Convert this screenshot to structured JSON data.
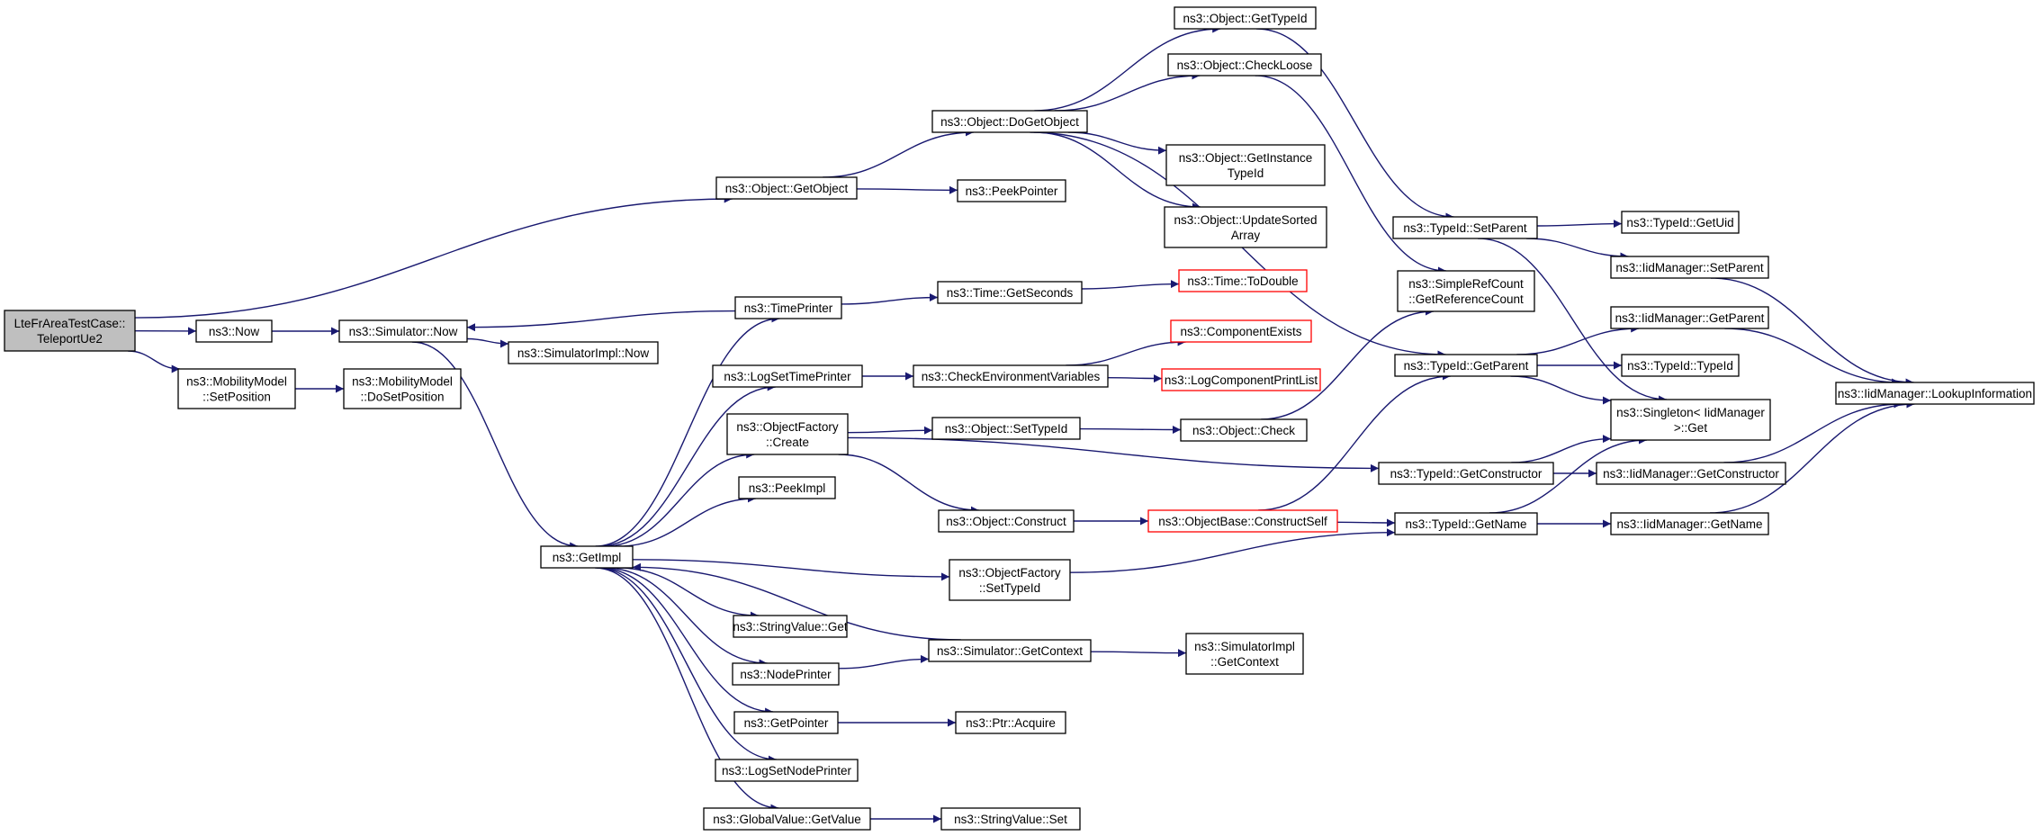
{
  "diagram": {
    "type": "call-graph",
    "colors": {
      "edge": "#191970",
      "node_border": "#000000",
      "root_fill": "#bfbfbf",
      "undocumented_border": "#ff0000"
    },
    "nodes": [
      {
        "id": "root",
        "lines": [
          "LteFrAreaTestCase::",
          "TeleportUe2"
        ],
        "style": "root"
      },
      {
        "id": "now",
        "lines": [
          "ns3::Now"
        ]
      },
      {
        "id": "mm_setpos",
        "lines": [
          "ns3::MobilityModel",
          "::SetPosition"
        ]
      },
      {
        "id": "mm_dosetpos",
        "lines": [
          "ns3::MobilityModel",
          "::DoSetPosition"
        ]
      },
      {
        "id": "sim_now",
        "lines": [
          "ns3::Simulator::Now"
        ]
      },
      {
        "id": "simimpl_now",
        "lines": [
          "ns3::SimulatorImpl::Now"
        ]
      },
      {
        "id": "getobject",
        "lines": [
          "ns3::Object::GetObject"
        ]
      },
      {
        "id": "dogetobject",
        "lines": [
          "ns3::Object::DoGetObject"
        ]
      },
      {
        "id": "peekpointer",
        "lines": [
          "ns3::PeekPointer"
        ]
      },
      {
        "id": "obj_gettypeid",
        "lines": [
          "ns3::Object::GetTypeId"
        ]
      },
      {
        "id": "checkloose",
        "lines": [
          "ns3::Object::CheckLoose"
        ]
      },
      {
        "id": "getinstancetypeid",
        "lines": [
          "ns3::Object::GetInstance",
          "TypeId"
        ]
      },
      {
        "id": "updatesorted",
        "lines": [
          "ns3::Object::UpdateSorted",
          "Array"
        ]
      },
      {
        "id": "timeprinter",
        "lines": [
          "ns3::TimePrinter"
        ]
      },
      {
        "id": "time_getseconds",
        "lines": [
          "ns3::Time::GetSeconds"
        ]
      },
      {
        "id": "time_todouble",
        "lines": [
          "ns3::Time::ToDouble"
        ],
        "style": "missing"
      },
      {
        "id": "logsettimeprinter",
        "lines": [
          "ns3::LogSetTimePrinter"
        ]
      },
      {
        "id": "checkenv",
        "lines": [
          "ns3::CheckEnvironmentVariables"
        ]
      },
      {
        "id": "componentexists",
        "lines": [
          "ns3::ComponentExists"
        ],
        "style": "missing"
      },
      {
        "id": "logcompprint",
        "lines": [
          "ns3::LogComponentPrintList"
        ],
        "style": "missing"
      },
      {
        "id": "objfactory_create",
        "lines": [
          "ns3::ObjectFactory",
          "::Create"
        ]
      },
      {
        "id": "obj_settypeid",
        "lines": [
          "ns3::Object::SetTypeId"
        ]
      },
      {
        "id": "obj_check",
        "lines": [
          "ns3::Object::Check"
        ]
      },
      {
        "id": "peekimpl",
        "lines": [
          "ns3::PeekImpl"
        ]
      },
      {
        "id": "obj_construct",
        "lines": [
          "ns3::Object::Construct"
        ]
      },
      {
        "id": "objbase_constructself",
        "lines": [
          "ns3::ObjectBase::ConstructSelf"
        ],
        "style": "missing"
      },
      {
        "id": "getimpl",
        "lines": [
          "ns3::GetImpl"
        ]
      },
      {
        "id": "objfactory_settypeid",
        "lines": [
          "ns3::ObjectFactory",
          "::SetTypeId"
        ]
      },
      {
        "id": "stringvalue_get",
        "lines": [
          "ns3::StringValue::Get"
        ]
      },
      {
        "id": "sim_getcontext",
        "lines": [
          "ns3::Simulator::GetContext"
        ]
      },
      {
        "id": "simimpl_getcontext",
        "lines": [
          "ns3::SimulatorImpl",
          "::GetContext"
        ]
      },
      {
        "id": "nodeprinter",
        "lines": [
          "ns3::NodePrinter"
        ]
      },
      {
        "id": "getpointer",
        "lines": [
          "ns3::GetPointer"
        ]
      },
      {
        "id": "ptr_acquire",
        "lines": [
          "ns3::Ptr::Acquire"
        ]
      },
      {
        "id": "logsetnodeprinter",
        "lines": [
          "ns3::LogSetNodePrinter"
        ]
      },
      {
        "id": "globalvalue_getvalue",
        "lines": [
          "ns3::GlobalValue::GetValue"
        ]
      },
      {
        "id": "stringvalue_set",
        "lines": [
          "ns3::StringValue::Set"
        ]
      },
      {
        "id": "typeid_setparent",
        "lines": [
          "ns3::TypeId::SetParent"
        ]
      },
      {
        "id": "simplerefcount",
        "lines": [
          "ns3::SimpleRefCount",
          "::GetReferenceCount"
        ]
      },
      {
        "id": "typeid_getparent",
        "lines": [
          "ns3::TypeId::GetParent"
        ]
      },
      {
        "id": "typeid_getconstructor",
        "lines": [
          "ns3::TypeId::GetConstructor"
        ]
      },
      {
        "id": "typeid_getname",
        "lines": [
          "ns3::TypeId::GetName"
        ]
      },
      {
        "id": "typeid_getuid",
        "lines": [
          "ns3::TypeId::GetUid"
        ]
      },
      {
        "id": "iid_setparent",
        "lines": [
          "ns3::IidManager::SetParent"
        ]
      },
      {
        "id": "iid_getparent",
        "lines": [
          "ns3::IidManager::GetParent"
        ]
      },
      {
        "id": "typeid_typeid",
        "lines": [
          "ns3::TypeId::TypeId"
        ]
      },
      {
        "id": "singleton_get",
        "lines": [
          "ns3::Singleton< IidManager",
          " >::Get"
        ]
      },
      {
        "id": "iid_getconstructor",
        "lines": [
          "ns3::IidManager::GetConstructor"
        ]
      },
      {
        "id": "iid_getname",
        "lines": [
          "ns3::IidManager::GetName"
        ]
      },
      {
        "id": "iid_lookupinfo",
        "lines": [
          "ns3::IidManager::LookupInformation"
        ]
      }
    ],
    "edges": [
      [
        "root",
        "getobject"
      ],
      [
        "root",
        "now"
      ],
      [
        "root",
        "mm_setpos"
      ],
      [
        "now",
        "sim_now"
      ],
      [
        "mm_setpos",
        "mm_dosetpos"
      ],
      [
        "sim_now",
        "simimpl_now"
      ],
      [
        "sim_now",
        "getimpl"
      ],
      [
        "getobject",
        "dogetobject"
      ],
      [
        "getobject",
        "peekpointer"
      ],
      [
        "dogetobject",
        "obj_gettypeid"
      ],
      [
        "dogetobject",
        "checkloose"
      ],
      [
        "dogetobject",
        "getinstancetypeid"
      ],
      [
        "dogetobject",
        "updatesorted"
      ],
      [
        "dogetobject",
        "typeid_getparent"
      ],
      [
        "obj_gettypeid",
        "typeid_setparent"
      ],
      [
        "checkloose",
        "simplerefcount"
      ],
      [
        "timeprinter",
        "time_getseconds"
      ],
      [
        "timeprinter",
        "sim_now"
      ],
      [
        "time_getseconds",
        "time_todouble"
      ],
      [
        "logsettimeprinter",
        "checkenv"
      ],
      [
        "checkenv",
        "componentexists"
      ],
      [
        "checkenv",
        "logcompprint"
      ],
      [
        "objfactory_create",
        "obj_settypeid"
      ],
      [
        "objfactory_create",
        "obj_construct"
      ],
      [
        "objfactory_create",
        "typeid_getconstructor"
      ],
      [
        "obj_settypeid",
        "obj_check"
      ],
      [
        "obj_check",
        "simplerefcount"
      ],
      [
        "obj_construct",
        "objbase_constructself"
      ],
      [
        "objbase_constructself",
        "typeid_getparent"
      ],
      [
        "objbase_constructself",
        "typeid_getname"
      ],
      [
        "getimpl",
        "timeprinter"
      ],
      [
        "getimpl",
        "logsettimeprinter"
      ],
      [
        "getimpl",
        "objfactory_create"
      ],
      [
        "getimpl",
        "peekimpl"
      ],
      [
        "getimpl",
        "objfactory_settypeid"
      ],
      [
        "getimpl",
        "stringvalue_get"
      ],
      [
        "getimpl",
        "nodeprinter"
      ],
      [
        "getimpl",
        "getpointer"
      ],
      [
        "getimpl",
        "logsetnodeprinter"
      ],
      [
        "getimpl",
        "globalvalue_getvalue"
      ],
      [
        "objfactory_settypeid",
        "typeid_getname"
      ],
      [
        "sim_getcontext",
        "getimpl"
      ],
      [
        "sim_getcontext",
        "simimpl_getcontext"
      ],
      [
        "nodeprinter",
        "sim_getcontext"
      ],
      [
        "getpointer",
        "ptr_acquire"
      ],
      [
        "globalvalue_getvalue",
        "stringvalue_set"
      ],
      [
        "typeid_setparent",
        "typeid_getuid"
      ],
      [
        "typeid_setparent",
        "iid_setparent"
      ],
      [
        "typeid_setparent",
        "singleton_get"
      ],
      [
        "typeid_getparent",
        "iid_getparent"
      ],
      [
        "typeid_getparent",
        "typeid_typeid"
      ],
      [
        "typeid_getparent",
        "singleton_get"
      ],
      [
        "typeid_getconstructor",
        "singleton_get"
      ],
      [
        "typeid_getconstructor",
        "iid_getconstructor"
      ],
      [
        "typeid_getname",
        "singleton_get"
      ],
      [
        "typeid_getname",
        "iid_getname"
      ],
      [
        "iid_setparent",
        "iid_lookupinfo"
      ],
      [
        "iid_getparent",
        "iid_lookupinfo"
      ],
      [
        "iid_getconstructor",
        "iid_lookupinfo"
      ],
      [
        "iid_getname",
        "iid_lookupinfo"
      ]
    ]
  }
}
